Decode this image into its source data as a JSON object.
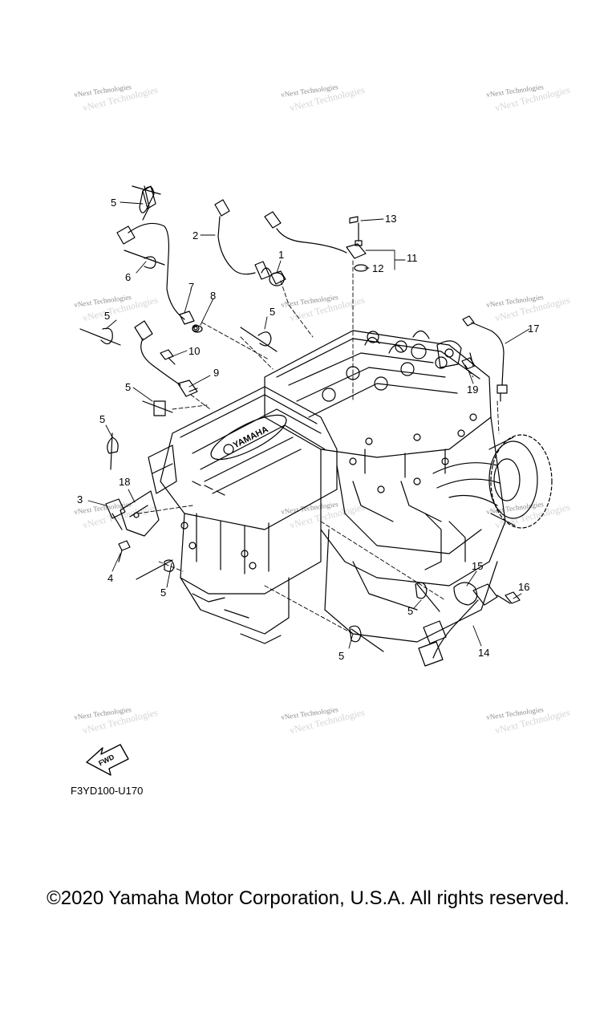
{
  "watermark": {
    "line1": "vNext Technologies",
    "line2": "vNext Technologies"
  },
  "callouts": [
    "1",
    "2",
    "3",
    "4",
    "5",
    "6",
    "7",
    "8",
    "9",
    "10",
    "11",
    "12",
    "13",
    "14",
    "15",
    "16",
    "17",
    "18",
    "19"
  ],
  "fwd_label": "FWD",
  "drawing_code": "F3YD100-U170",
  "copyright": "©2020 Yamaha Motor Corporation, U.S.A. All rights reserved.",
  "engine_badge": "YAMAHA"
}
